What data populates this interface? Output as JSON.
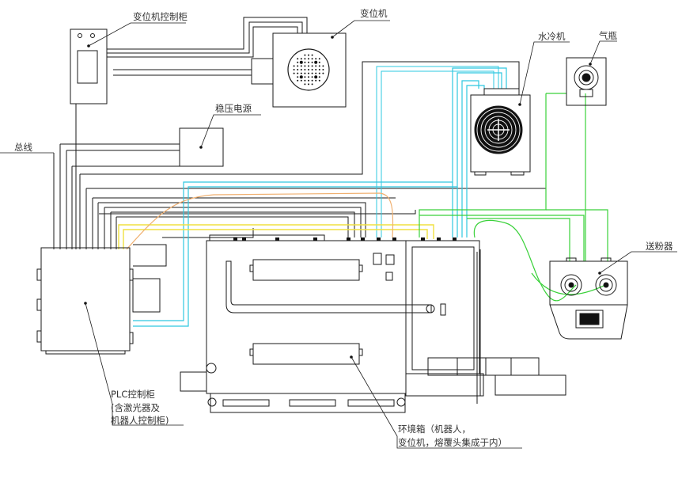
{
  "labels": {
    "positioner_cabinet": "变位机控制柜",
    "positioner": "变位机",
    "water_chiller": "水冷机",
    "gas_bottle": "气瓶",
    "voltage_regulator": "稳压电源",
    "bus": "总线",
    "powder_feeder": "送粉器",
    "plc_line1": "PLC控制柜",
    "plc_line2": "(含激光器及",
    "plc_line3": "机器人控制柜)",
    "env_line1": "环境箱（机器人，",
    "env_line2": "变位机，熔覆头集成于内）"
  },
  "colors": {
    "line": "#1a1a1a",
    "water": "#2ec8e0",
    "gas": "#3ad13a",
    "power": "#f0e040",
    "fiber": "#f0b070"
  }
}
